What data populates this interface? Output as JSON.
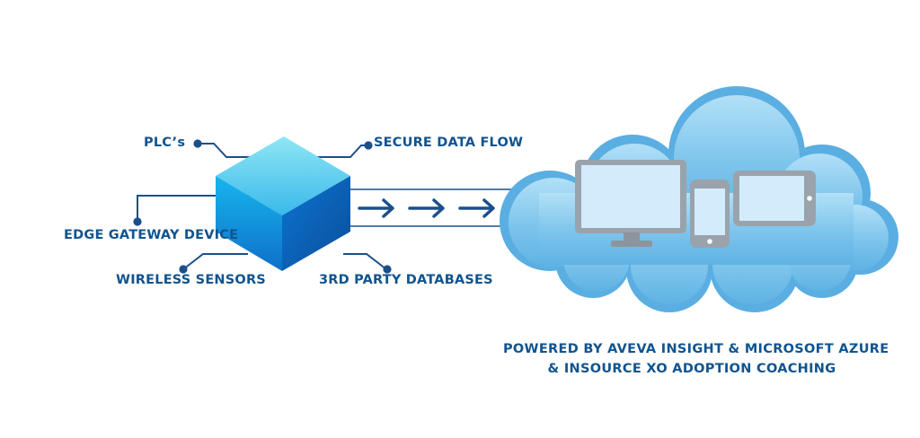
{
  "labels": {
    "plcs": "PLC’s",
    "secure_data_flow": "SECURE DATA FLOW",
    "edge_gateway": "EDGE GATEWAY DEVICE",
    "wireless_sensors": "WIRELESS SENSORS",
    "third_party_db": "3RD PARTY DATABASES"
  },
  "footer": {
    "line1": "POWERED BY AVEVA INSIGHT & MICROSOFT AZURE",
    "line2": "& INSOURCE XO ADOPTION COACHING"
  },
  "colors": {
    "label_text": "#10548f",
    "line": "#1b4f8a",
    "cube_top": "#5fd0ec",
    "cube_front": "#1590dc",
    "cube_side": "#0a64b8",
    "cloud": "#7cc4ec",
    "device_frame": "#9aa3ab",
    "device_screen": "#cfe9fb"
  },
  "icons": [
    "cube-icon",
    "cloud-icon",
    "monitor-icon",
    "phone-icon",
    "tablet-icon",
    "arrow-right-icon"
  ]
}
